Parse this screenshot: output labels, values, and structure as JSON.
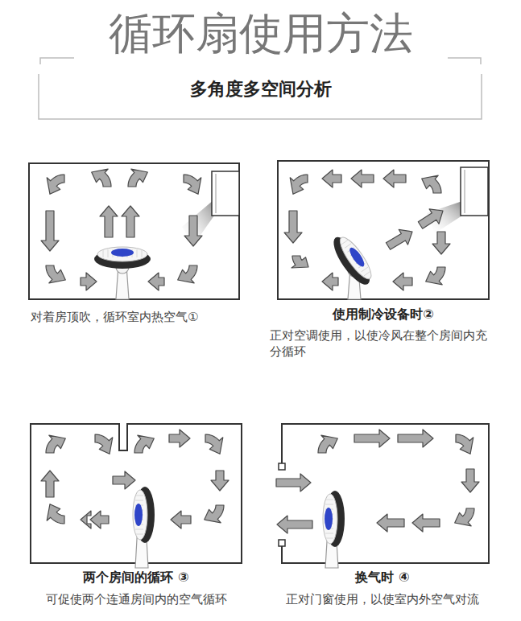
{
  "diagram": {
    "title": "循环扇使用方法",
    "nodes": [
      {
        "text": [
          "对着房顶吹，循环室内热空气①"
        ]
      },
      {
        "text": [
          "使用制冷设备时②",
          "正对空调使用，以使冷风在整个房间内充分循环"
        ]
      },
      {
        "text": [
          "两个房间的循环 ③",
          "可促使两个连通房间内的空气循环"
        ]
      },
      {
        "text": [
          "换气时 ④",
          "正对门窗使用，以使室内外空气对流"
        ]
      }
    ],
    "labels": [
      "多角度多空间分析"
    ]
  }
}
